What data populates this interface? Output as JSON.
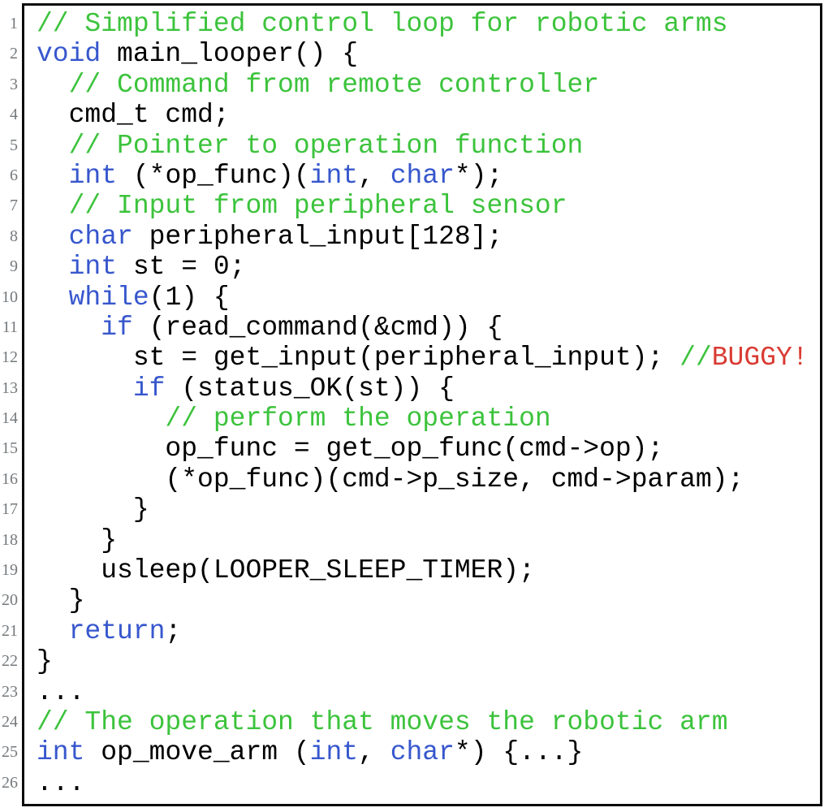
{
  "listing": {
    "language": "C",
    "description": "code-listing-simplified-control-loop-robotic-arms",
    "colors": {
      "keyword": "#3757cd",
      "comment": "#3cc33c",
      "bug": "#d93b33",
      "code": "#000000",
      "line_number": "#75797c",
      "frame": "#0a0a0a",
      "background": "#ffffff"
    },
    "lines": [
      {
        "n": "1",
        "segments": [
          {
            "text": "// Simplified control loop for robotic arms",
            "style": "comment"
          }
        ]
      },
      {
        "n": "2",
        "segments": [
          {
            "text": "void",
            "style": "keyword"
          },
          {
            "text": " main_looper() {",
            "style": "code"
          }
        ]
      },
      {
        "n": "3",
        "segments": [
          {
            "text": "  // Command from remote controller",
            "style": "comment"
          }
        ]
      },
      {
        "n": "4",
        "segments": [
          {
            "text": "  cmd_t cmd;",
            "style": "code"
          }
        ]
      },
      {
        "n": "5",
        "segments": [
          {
            "text": "  // Pointer to operation function",
            "style": "comment"
          }
        ]
      },
      {
        "n": "6",
        "segments": [
          {
            "text": "  ",
            "style": "code"
          },
          {
            "text": "int",
            "style": "keyword"
          },
          {
            "text": " (*op_func)(",
            "style": "code"
          },
          {
            "text": "int",
            "style": "keyword"
          },
          {
            "text": ", ",
            "style": "code"
          },
          {
            "text": "char",
            "style": "keyword"
          },
          {
            "text": "*);",
            "style": "code"
          }
        ]
      },
      {
        "n": "7",
        "segments": [
          {
            "text": "  // Input from peripheral sensor",
            "style": "comment"
          }
        ]
      },
      {
        "n": "8",
        "segments": [
          {
            "text": "  ",
            "style": "code"
          },
          {
            "text": "char",
            "style": "keyword"
          },
          {
            "text": " peripheral_input[128];",
            "style": "code"
          }
        ]
      },
      {
        "n": "9",
        "segments": [
          {
            "text": "  ",
            "style": "code"
          },
          {
            "text": "int",
            "style": "keyword"
          },
          {
            "text": " st = 0;",
            "style": "code"
          }
        ]
      },
      {
        "n": "10",
        "segments": [
          {
            "text": "  ",
            "style": "code"
          },
          {
            "text": "while",
            "style": "keyword"
          },
          {
            "text": "(1) {",
            "style": "code"
          }
        ]
      },
      {
        "n": "11",
        "segments": [
          {
            "text": "    ",
            "style": "code"
          },
          {
            "text": "if",
            "style": "keyword"
          },
          {
            "text": " (read_command(&cmd)) {",
            "style": "code"
          }
        ]
      },
      {
        "n": "12",
        "segments": [
          {
            "text": "      st = get_input(peripheral_input); ",
            "style": "code"
          },
          {
            "text": "//",
            "style": "comment"
          },
          {
            "text": "BUGGY!",
            "style": "bug"
          }
        ]
      },
      {
        "n": "13",
        "segments": [
          {
            "text": "      ",
            "style": "code"
          },
          {
            "text": "if",
            "style": "keyword"
          },
          {
            "text": " (status_OK(st)) {",
            "style": "code"
          }
        ]
      },
      {
        "n": "14",
        "segments": [
          {
            "text": "        // perform the operation",
            "style": "comment"
          }
        ]
      },
      {
        "n": "15",
        "segments": [
          {
            "text": "        op_func = get_op_func(cmd->op);",
            "style": "code"
          }
        ]
      },
      {
        "n": "16",
        "segments": [
          {
            "text": "        (*op_func)(cmd->p_size, cmd->param);",
            "style": "code"
          }
        ]
      },
      {
        "n": "17",
        "segments": [
          {
            "text": "      }",
            "style": "code"
          }
        ]
      },
      {
        "n": "18",
        "segments": [
          {
            "text": "    }",
            "style": "code"
          }
        ]
      },
      {
        "n": "19",
        "segments": [
          {
            "text": "    usleep(LOOPER_SLEEP_TIMER);",
            "style": "code"
          }
        ]
      },
      {
        "n": "20",
        "segments": [
          {
            "text": "  }",
            "style": "code"
          }
        ]
      },
      {
        "n": "21",
        "segments": [
          {
            "text": "  ",
            "style": "code"
          },
          {
            "text": "return",
            "style": "keyword"
          },
          {
            "text": ";",
            "style": "code"
          }
        ]
      },
      {
        "n": "22",
        "segments": [
          {
            "text": "}",
            "style": "code"
          }
        ]
      },
      {
        "n": "23",
        "segments": [
          {
            "text": "...",
            "style": "code"
          }
        ]
      },
      {
        "n": "24",
        "segments": [
          {
            "text": "// The operation that moves the robotic arm",
            "style": "comment"
          }
        ]
      },
      {
        "n": "25",
        "segments": [
          {
            "text": "int",
            "style": "keyword"
          },
          {
            "text": " op_move_arm (",
            "style": "code"
          },
          {
            "text": "int",
            "style": "keyword"
          },
          {
            "text": ", ",
            "style": "code"
          },
          {
            "text": "char",
            "style": "keyword"
          },
          {
            "text": "*) {...}",
            "style": "code"
          }
        ]
      },
      {
        "n": "26",
        "segments": [
          {
            "text": "...",
            "style": "code"
          }
        ]
      }
    ]
  }
}
